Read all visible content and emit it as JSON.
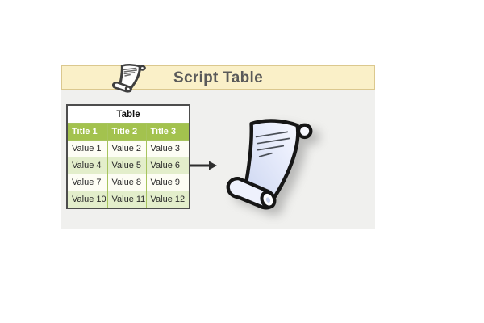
{
  "header": {
    "title": "Script Table",
    "bg": "#faf0c8",
    "border_color": "#dbc88e",
    "text_color": "#5a5a5a",
    "icon": "scroll-icon"
  },
  "panel": {
    "bg": "#f0f0ee"
  },
  "table": {
    "caption": "Table",
    "columns": [
      "Title 1",
      "Title 2",
      "Title 3"
    ],
    "rows": [
      [
        "Value 1",
        "Value 2",
        "Value 3"
      ],
      [
        "Value 4",
        "Value 5",
        "Value 6"
      ],
      [
        "Value 7",
        "Value 8",
        "Value 9"
      ],
      [
        "Value 10",
        "Value 11",
        "Value 12"
      ]
    ],
    "colors": {
      "header_bg": "#a3c24e",
      "header_text": "#ffffff",
      "row_even_bg": "#fdfdf4",
      "row_odd_bg": "#e3eecb",
      "grid": "#a7c45e",
      "outer_border": "#4d4d4d",
      "caption_bg": "#ffffff",
      "cell_text": "#2a2a2a"
    }
  },
  "arrow": {
    "name": "flow-arrow-right",
    "color": "#2e2e2e"
  },
  "illustration": {
    "name": "script-scroll",
    "paper_tint": "#dfe5f7",
    "outline": "#161616",
    "text_line_color": "#4a4f57"
  }
}
